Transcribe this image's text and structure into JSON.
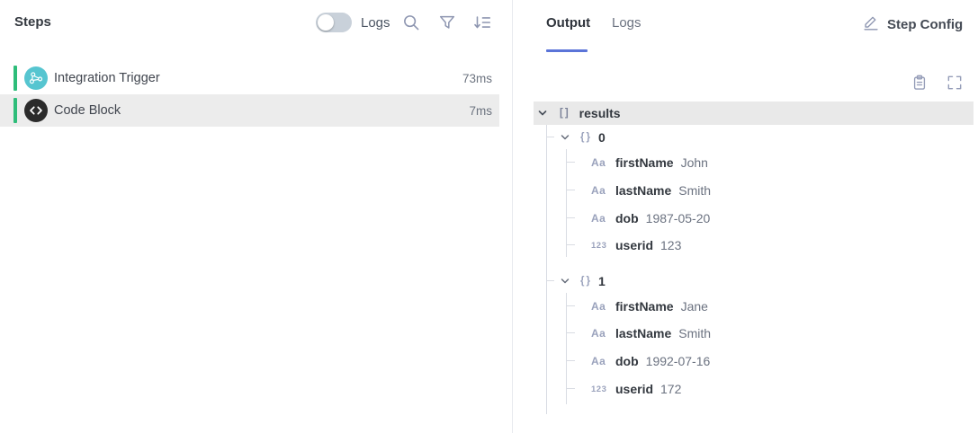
{
  "left_panel": {
    "title": "Steps",
    "logs_toggle": {
      "label": "Logs",
      "state": "off"
    },
    "toolbar_icons": [
      "search-icon",
      "filter-icon",
      "sort-icon"
    ],
    "steps": [
      {
        "name": "Integration Trigger",
        "duration": "73ms",
        "icon": "integration-trigger-icon",
        "icon_bg": "#56c5d0",
        "status_color": "#2ebd7a",
        "selected": false
      },
      {
        "name": "Code Block",
        "duration": "7ms",
        "icon": "code-block-icon",
        "icon_bg": "#2b2b2b",
        "status_color": "#2ebd7a",
        "selected": true
      }
    ]
  },
  "right_panel": {
    "tabs": [
      {
        "label": "Output",
        "active": true
      },
      {
        "label": "Logs",
        "active": false
      }
    ],
    "step_config": {
      "label": "Step Config",
      "icon": "pencil-icon"
    },
    "output_toolbar_icons": [
      "copy-icon",
      "expand-icon"
    ],
    "tree": {
      "root": {
        "bracket": "[]",
        "label": "results",
        "type": "array",
        "expanded": true
      },
      "nodes": [
        {
          "bracket": "{}",
          "label": "0",
          "type": "object",
          "expanded": true,
          "fields": [
            {
              "glyph": "Aa",
              "type": "string",
              "key": "firstName",
              "value": "John"
            },
            {
              "glyph": "Aa",
              "type": "string",
              "key": "lastName",
              "value": "Smith"
            },
            {
              "glyph": "Aa",
              "type": "string",
              "key": "dob",
              "value": "1987-05-20"
            },
            {
              "glyph": "123",
              "type": "number",
              "key": "userid",
              "value": "123"
            }
          ]
        },
        {
          "bracket": "{}",
          "label": "1",
          "type": "object",
          "expanded": true,
          "fields": [
            {
              "glyph": "Aa",
              "type": "string",
              "key": "firstName",
              "value": "Jane"
            },
            {
              "glyph": "Aa",
              "type": "string",
              "key": "lastName",
              "value": "Smith"
            },
            {
              "glyph": "Aa",
              "type": "string",
              "key": "dob",
              "value": "1992-07-16"
            },
            {
              "glyph": "123",
              "type": "number",
              "key": "userid",
              "value": "172"
            }
          ]
        }
      ]
    }
  },
  "colors": {
    "accent_blue": "#5b74d8",
    "success_green": "#2ebd7a",
    "teal_icon_bg": "#56c5d0",
    "dark_icon_bg": "#2b2b2b",
    "selected_row_bg": "#ececec",
    "tree_header_bg": "#e9e9e9",
    "icon_slate": "#8d95b0",
    "key_text": "#33383f",
    "value_text": "#6b7280"
  }
}
